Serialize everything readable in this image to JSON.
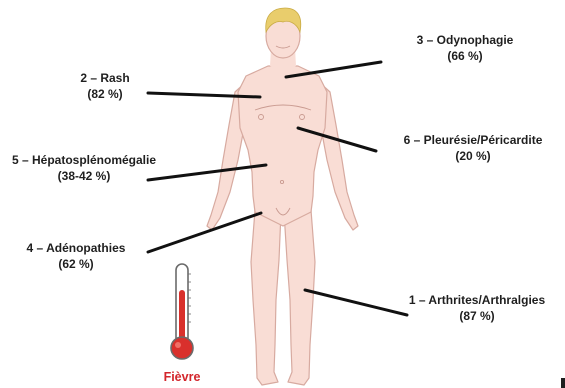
{
  "colors": {
    "skin": "#f9ddd5",
    "skin_outline": "#d7aaa0",
    "hair": "#e9cd6c",
    "leader_line": "#111111",
    "fever_text": "#d3262c",
    "thermometer_red": "#d9302c"
  },
  "labels": [
    {
      "id": "odynophagie",
      "title": "3 – Odynophagie",
      "pct": "(66 %)"
    },
    {
      "id": "rash",
      "title": "2 – Rash",
      "pct": "(82 %)"
    },
    {
      "id": "pleuresie",
      "title": "6 – Pleurésie/Péricardite",
      "pct": "(20 %)"
    },
    {
      "id": "hepato",
      "title": "5 – Hépatosplénomégalie",
      "pct": "(38-42 %)"
    },
    {
      "id": "adeno",
      "title": "4 – Adénopathies",
      "pct": "(62 %)"
    },
    {
      "id": "arthrites",
      "title": "1 – Arthrites/Arthralgies",
      "pct": "(87 %)"
    }
  ],
  "fever": {
    "label": "Fièvre",
    "icon": "thermometer-icon"
  }
}
